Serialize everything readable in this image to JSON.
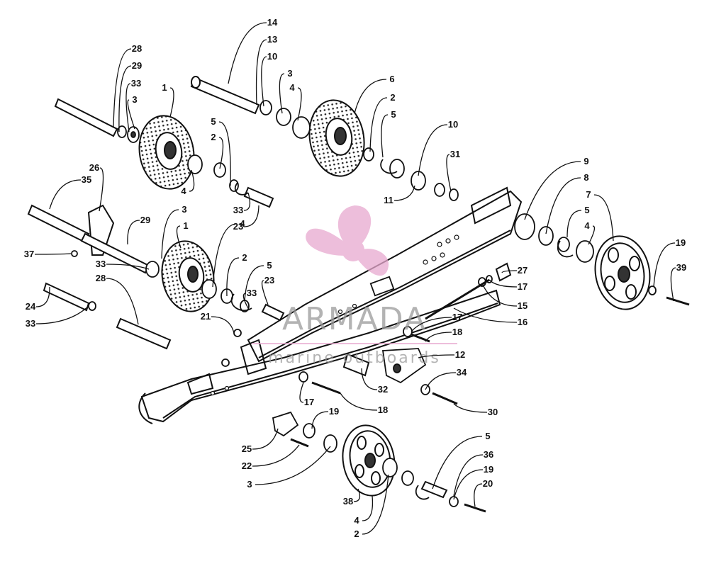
{
  "watermark": {
    "brand": "ARMADA",
    "tagline": "marine outboards",
    "color": "#e8a9cf",
    "text_color": "#9a9a9a"
  },
  "callouts": [
    "28",
    "29",
    "33",
    "3",
    "1",
    "14",
    "13",
    "10",
    "3",
    "4",
    "6",
    "2",
    "5",
    "5",
    "2",
    "10",
    "31",
    "26",
    "35",
    "4",
    "33",
    "23",
    "11",
    "37",
    "3",
    "29",
    "1",
    "4",
    "2",
    "33",
    "9",
    "8",
    "7",
    "5",
    "4",
    "19",
    "39",
    "24",
    "28",
    "33",
    "5",
    "33",
    "23",
    "21",
    "27",
    "17",
    "15",
    "16",
    "17",
    "18",
    "12",
    "34",
    "32",
    "30",
    "17",
    "18",
    "19",
    "25",
    "22",
    "3",
    "38",
    "5",
    "36",
    "19",
    "20",
    "4",
    "2"
  ],
  "line_color": "#111111"
}
